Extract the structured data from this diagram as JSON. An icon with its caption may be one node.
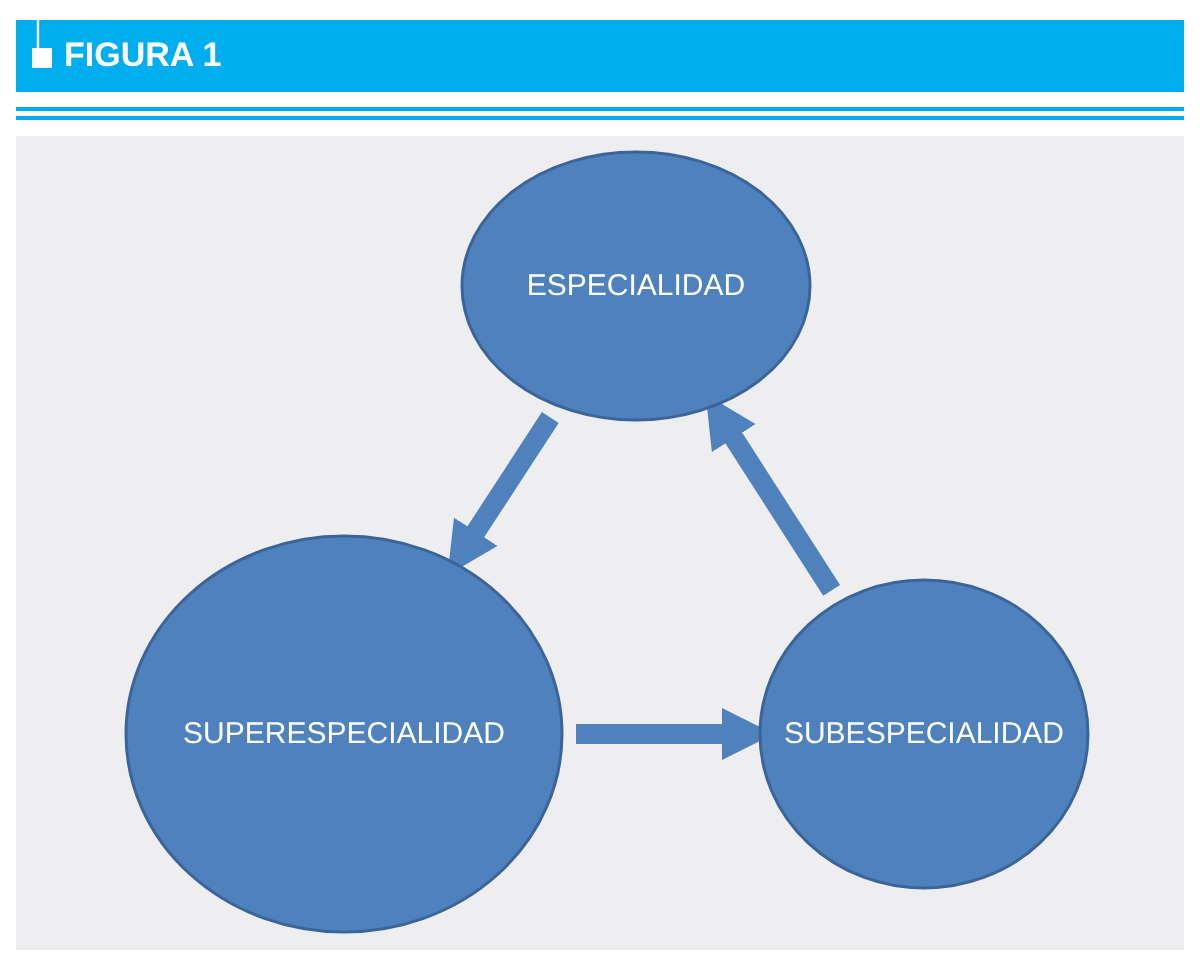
{
  "diagram": {
    "title": "FIGURA 1",
    "nodes": [
      {
        "text": [
          "ESPECIALIDAD"
        ]
      },
      {
        "text": [
          "SUPERESPECIALIDAD"
        ]
      },
      {
        "text": [
          "SUBESPECIALIDAD"
        ]
      }
    ],
    "edges": [
      {
        "from": 0,
        "to": 1,
        "arrow": "to"
      },
      {
        "from": 1,
        "to": 2,
        "arrow": "to"
      },
      {
        "from": 2,
        "to": 0,
        "arrow": "to"
      }
    ]
  }
}
